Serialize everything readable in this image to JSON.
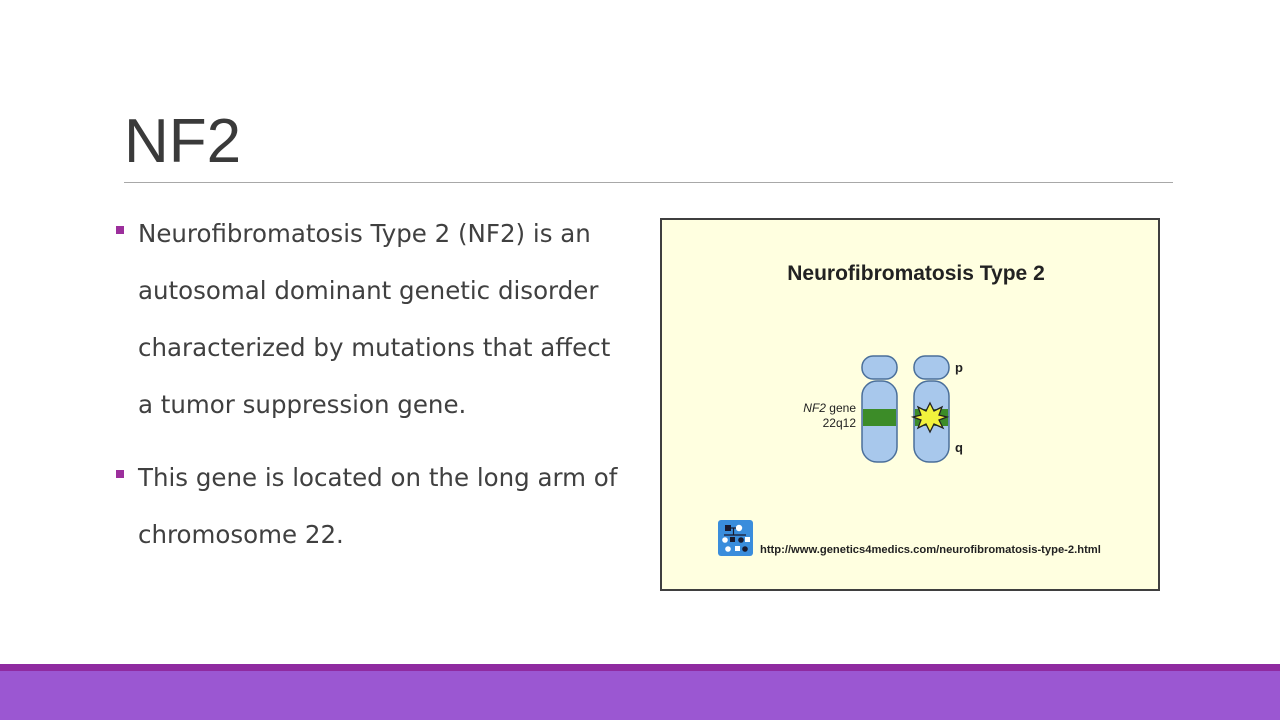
{
  "slide": {
    "title": "NF2",
    "bullets": [
      {
        "text": "Neurofibromatosis Type 2 (NF2) is an autosomal dominant genetic disorder characterized by mutations that affect a tumor suppression gene."
      },
      {
        "text": "This gene is located on the long arm of chromosome 22."
      }
    ]
  },
  "figure": {
    "title": "Neurofibromatosis Type 2",
    "gene_italic": "NF2",
    "gene_rest": " gene",
    "locus": "22q12",
    "arm_p": "p",
    "arm_q": "q",
    "source_url": "http://www.genetics4medics.com/neurofibromatosis-type-2.html"
  },
  "colors": {
    "title_text": "#3a3a3a",
    "bullet_marker": "#9c2f9c",
    "figure_background": "#ffffe0",
    "chromosome_fill": "#a8c8ec",
    "gene_band": "#3c8c28",
    "mutation_burst": "#f2f23c",
    "footer_band": "#9b57d2",
    "footer_band_top": "#8f2aa0"
  },
  "icons": [
    "square-bullet-icon",
    "mutation-burst-icon",
    "pedigree-logo-icon"
  ]
}
